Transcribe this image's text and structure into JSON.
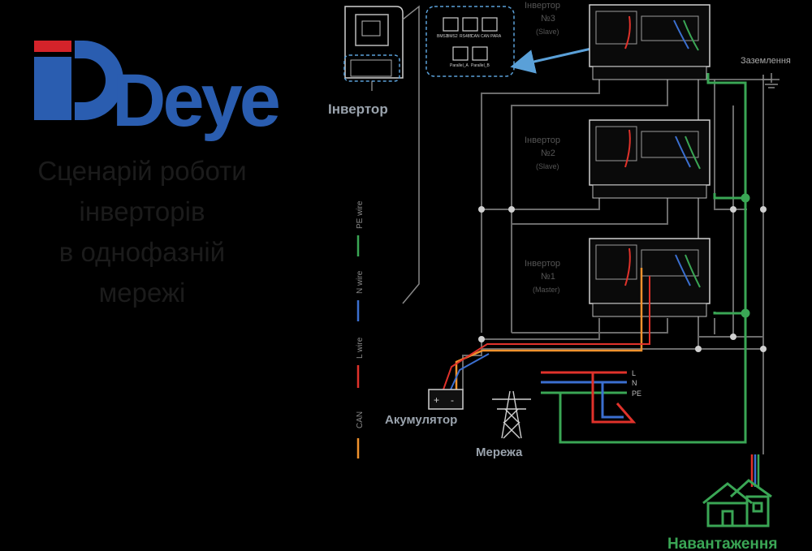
{
  "brand": {
    "name": "Deye",
    "colors": {
      "blue": "#2a5db0",
      "red": "#d4232a",
      "green": "#3aa655"
    }
  },
  "title_lines": [
    "Сценарій роботи",
    "інверторів",
    "в однофазній",
    "мережі"
  ],
  "inverter_callout_label": "Інвертор",
  "inverters": [
    {
      "name": "Інвертор",
      "number": "№3",
      "role": "(Slave)"
    },
    {
      "name": "Інвертор",
      "number": "№2",
      "role": "(Slave)"
    },
    {
      "name": "Інвертор",
      "number": "№1",
      "role": "(Master)"
    }
  ],
  "port_labels": [
    "BMS1",
    "BMS2",
    "RS485",
    "CAN",
    "CAN",
    "PARA",
    "Parallel_A",
    "Parallel_B"
  ],
  "legend": [
    {
      "label": "CAN",
      "color": "#f0922d"
    },
    {
      "label": "L wire",
      "color": "#e0322b"
    },
    {
      "label": "N wire",
      "color": "#3b6fd0"
    },
    {
      "label": "PE wire",
      "color": "#3aa655"
    }
  ],
  "grid_lines": [
    "L",
    "N",
    "PE"
  ],
  "ground_label": "Заземлення",
  "battery": {
    "label": "Акумулятор",
    "plus": "+",
    "minus": "-"
  },
  "grid_label": "Мережа",
  "load_label": "Навантаження"
}
